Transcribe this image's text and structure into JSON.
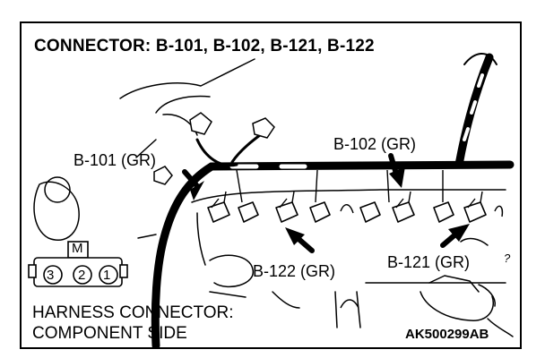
{
  "title": "CONNECTOR: B-101, B-102, B-121, B-122",
  "labels": {
    "b101": "B-101 (GR)",
    "b102": "B-102 (GR)",
    "b122": "B-122 (GR)",
    "b121": "B-121 (GR)"
  },
  "harness": {
    "line1": "HARNESS CONNECTOR:",
    "line2": "COMPONENT SIDE"
  },
  "connector_pins": {
    "top": "M",
    "pins": [
      "3",
      "2",
      "1"
    ]
  },
  "figure_id": "AK500299AB",
  "mark": "?"
}
